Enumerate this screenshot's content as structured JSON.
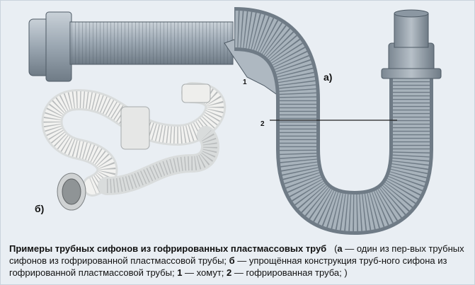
{
  "figure": {
    "labels": {
      "a": "а)",
      "b": "б)",
      "n1": "1",
      "n2": "2"
    },
    "caption": {
      "title": "Примеры трубных сифонов из гофрированных пластмассовых труб",
      "part_a_letter": "а",
      "part_a_text": " — один из пер-вых трубных сифонов из гофрированной пластмассовой трубы; ",
      "part_b_letter": "б",
      "part_b_text": " — упрощённая конструкция труб-ного сифона из гофрированной пластмассовой трубы; ",
      "item1_num": "1",
      "item1_text": " — хомут; ",
      "item2_num": "2",
      "item2_text": " — гофрированная труба; )"
    }
  },
  "colors": {
    "background": "#e9eef3",
    "pipe_grey": "#9aa6b1",
    "pipe_dark": "#6f7b86",
    "hose_white": "#f2f2f0"
  }
}
